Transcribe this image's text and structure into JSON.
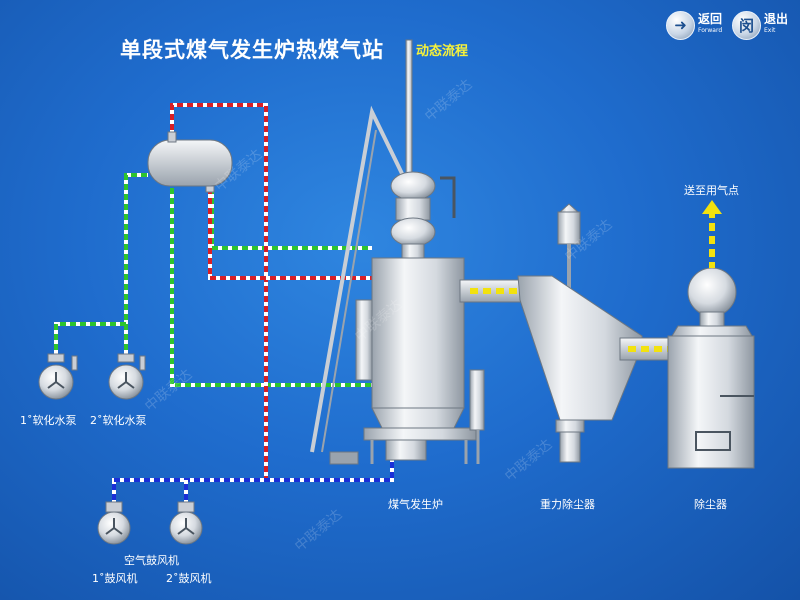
{
  "header": {
    "title": "单段式煤气发生炉热煤气站",
    "subtitle": "动态流程"
  },
  "nav": {
    "back": {
      "label": "返回",
      "sub": "Forward"
    },
    "exit": {
      "label": "退出",
      "sub": "Exit",
      "icon_char": "闵"
    }
  },
  "labels": {
    "pump1": "1˚软化水泵",
    "pump2": "2˚软化水泵",
    "blower_group": "空气鼓风机",
    "blower1": "1˚鼓风机",
    "blower2": "2˚鼓风机",
    "gasifier": "煤气发生炉",
    "gravity_dust": "重力除尘器",
    "dust_collector": "除尘器",
    "to_user": "送至用气点"
  },
  "watermark": "中联泰达",
  "colors": {
    "red_line": "#d81f26",
    "green_line": "#2ec42e",
    "blue_line": "#1a2fd8",
    "gas_flow": "#f2e20e",
    "equipment": "#d9dde3"
  }
}
